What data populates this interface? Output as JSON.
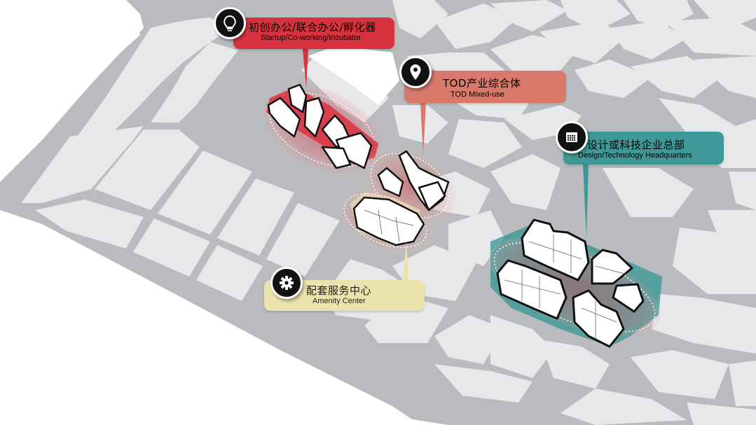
{
  "map": {
    "background_color": "#ffffff",
    "block_color": "#e7e8ea",
    "road_color": "#b9bbbe",
    "building_fill": "#ffffff",
    "building_outline": "#111111"
  },
  "callouts": [
    {
      "id": "startup",
      "icon": "lightbulb-icon",
      "label_zh": "初创办公/联合办公/孵化器",
      "label_en": "Startup/Co-working/Incubator",
      "color": "#d9323f"
    },
    {
      "id": "tod",
      "icon": "map-pin-icon",
      "label_zh": "TOD产业综合体",
      "label_en": "TOD Mixed-use",
      "color": "#d9796b"
    },
    {
      "id": "design",
      "icon": "grid-calendar-icon",
      "label_zh": "设计或科技企业总部",
      "label_en": "Design/Technology Headquarters",
      "color": "#3e9897"
    },
    {
      "id": "amenity",
      "icon": "gear-icon",
      "label_zh": "配套服务中心",
      "label_en": "Amenity Center",
      "color": "#ece3ac"
    }
  ]
}
